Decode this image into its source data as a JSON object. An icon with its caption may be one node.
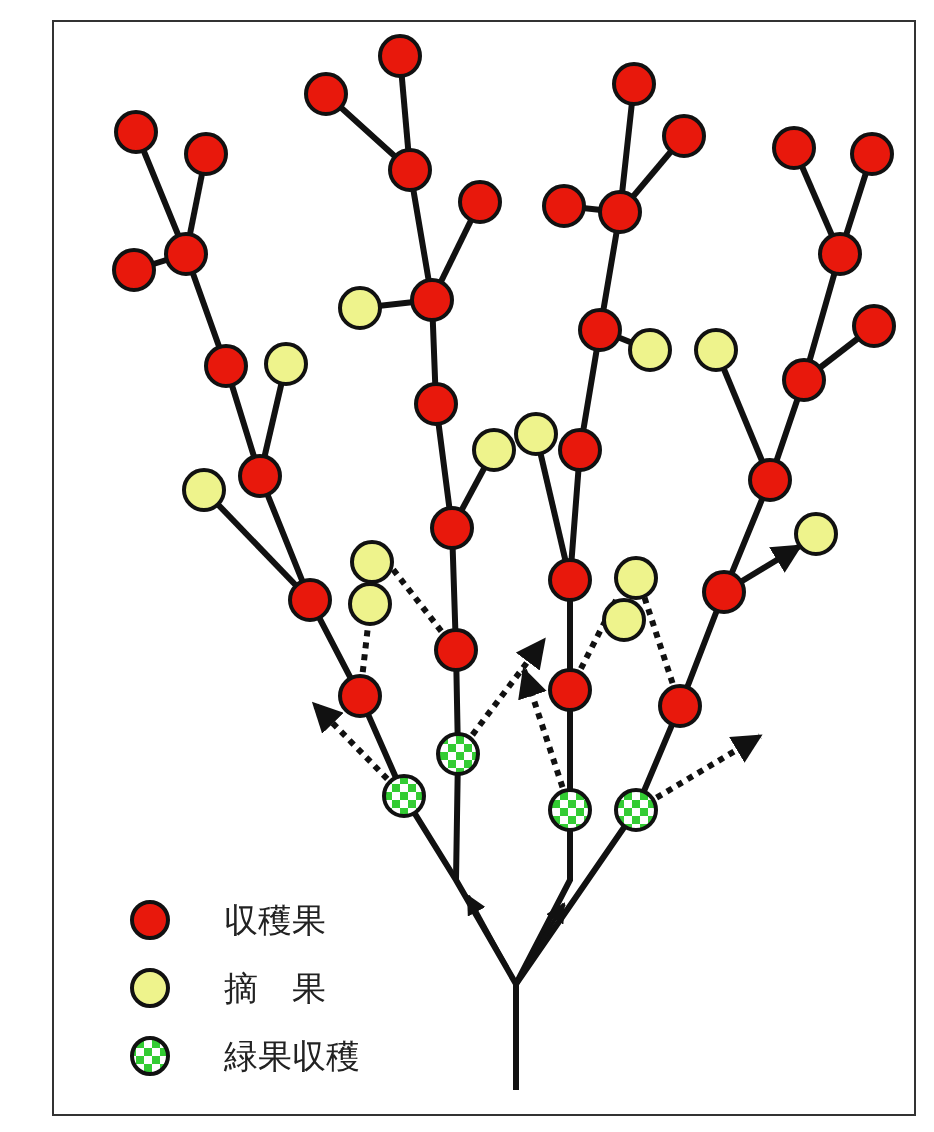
{
  "diagram": {
    "legend": [
      {
        "text": "収穫果",
        "color": "#e8180c"
      },
      {
        "text": "摘　果",
        "color": "#eef38c"
      },
      {
        "text": "緑果収穫"
      }
    ]
  }
}
